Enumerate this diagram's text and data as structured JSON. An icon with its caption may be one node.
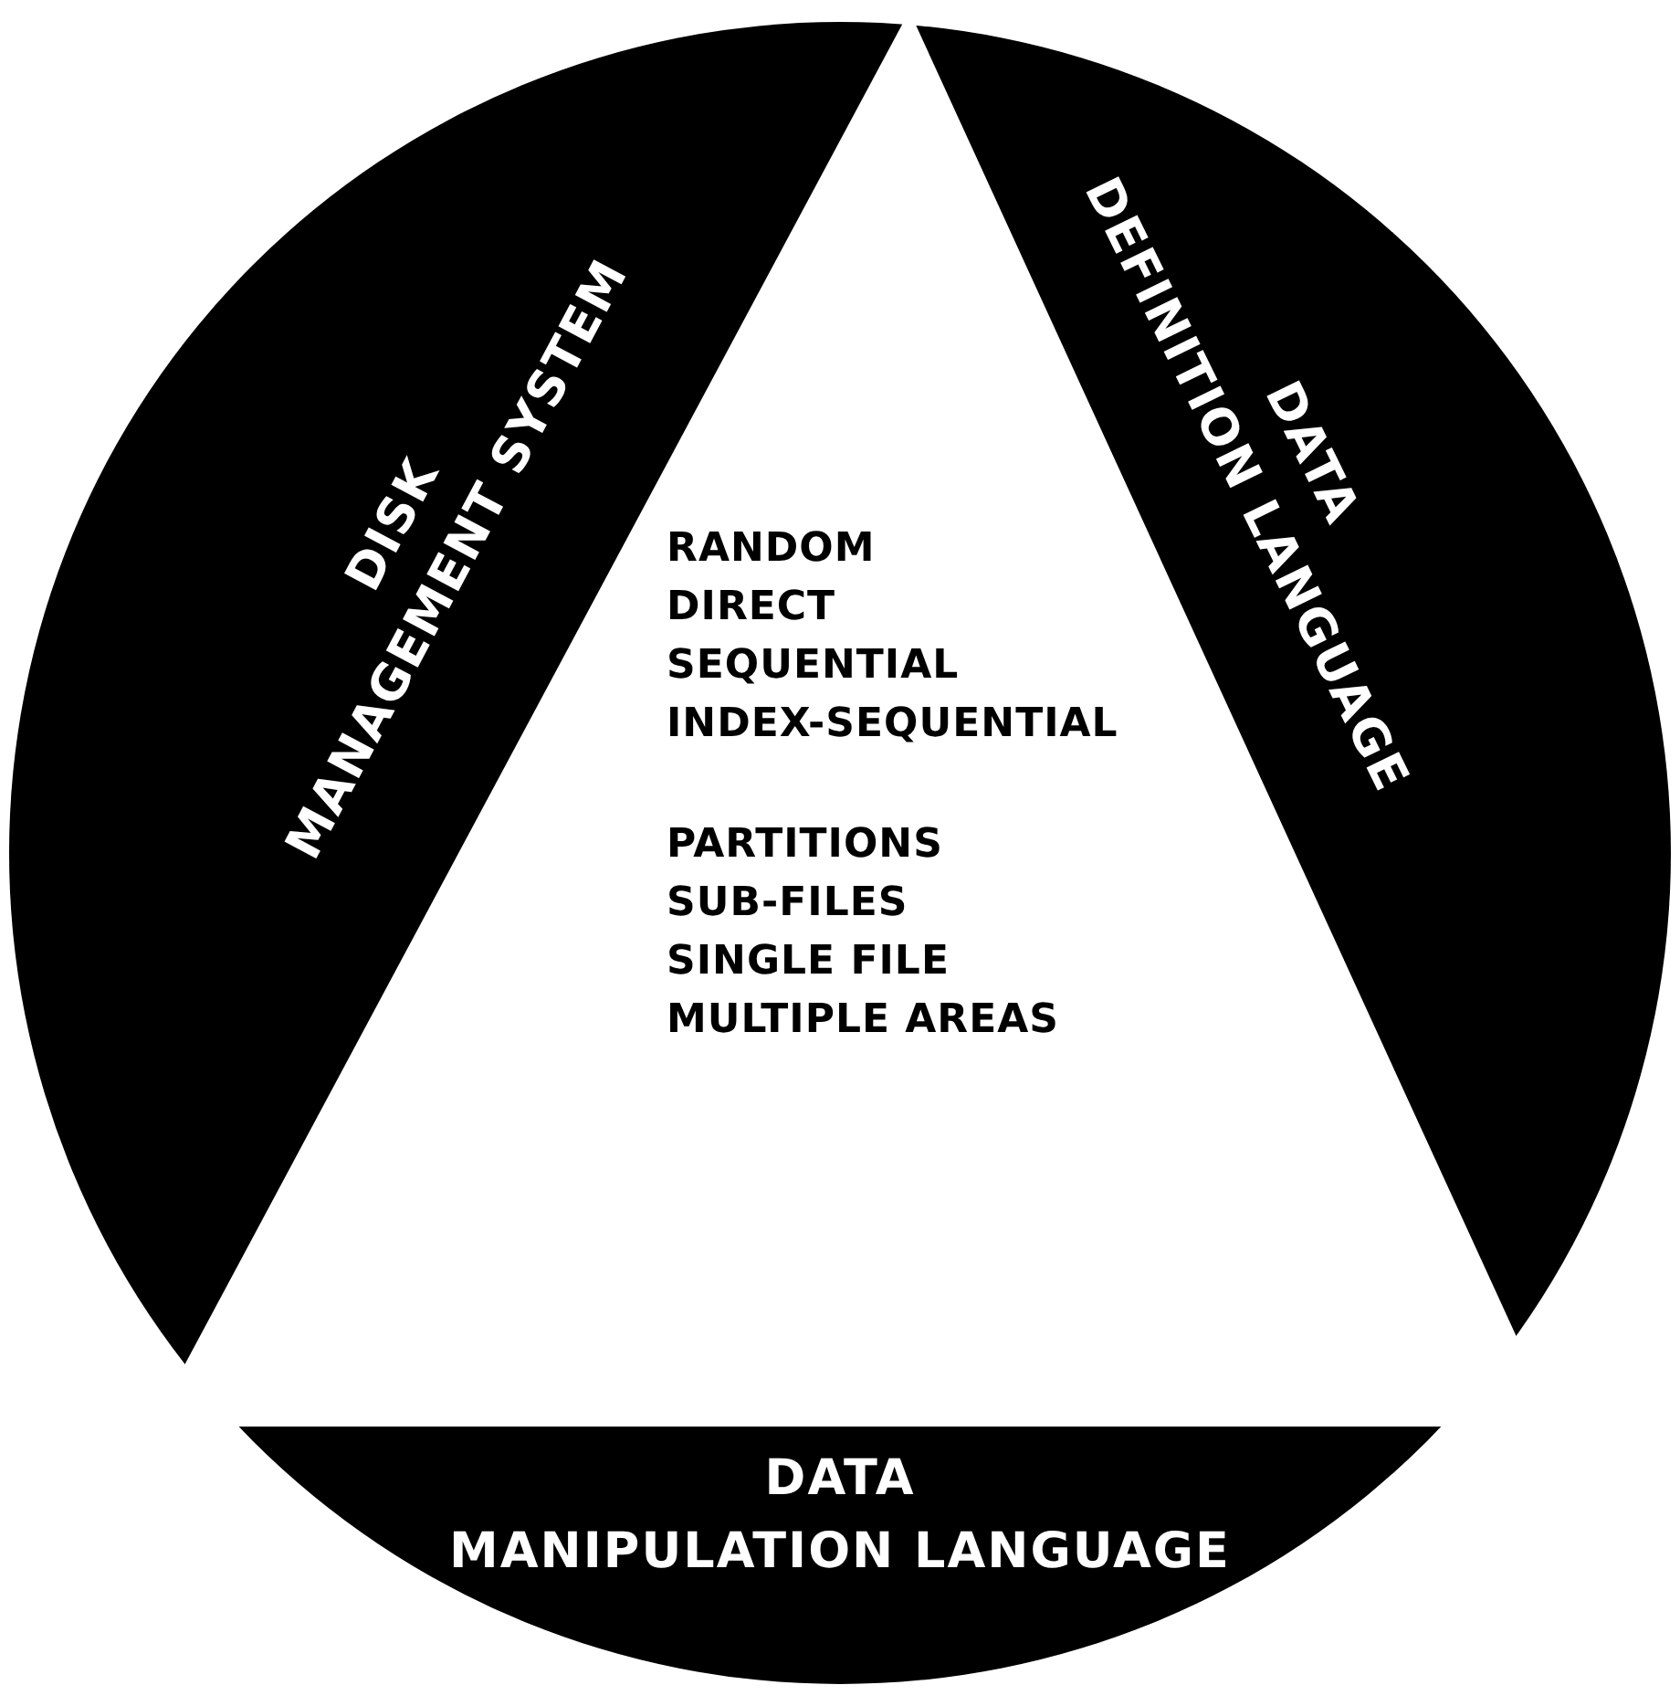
{
  "diagram": {
    "nodes": [
      {
        "text": [
          "DISK MANAGEMENT SYSTEM",
          "DATA DEFINITION LANGUAGE",
          "DATA MANIPULATION LANGUAGE"
        ]
      },
      {
        "text": [
          "RANDOM",
          "DIRECT",
          "SEQUENTIAL",
          "INDEX-SEQUENTIAL",
          "PARTITIONS",
          "SUB-FILES",
          "SINGLE FILE",
          "MULTIPLE AREAS"
        ],
        "in": 0
      }
    ],
    "edges": []
  }
}
